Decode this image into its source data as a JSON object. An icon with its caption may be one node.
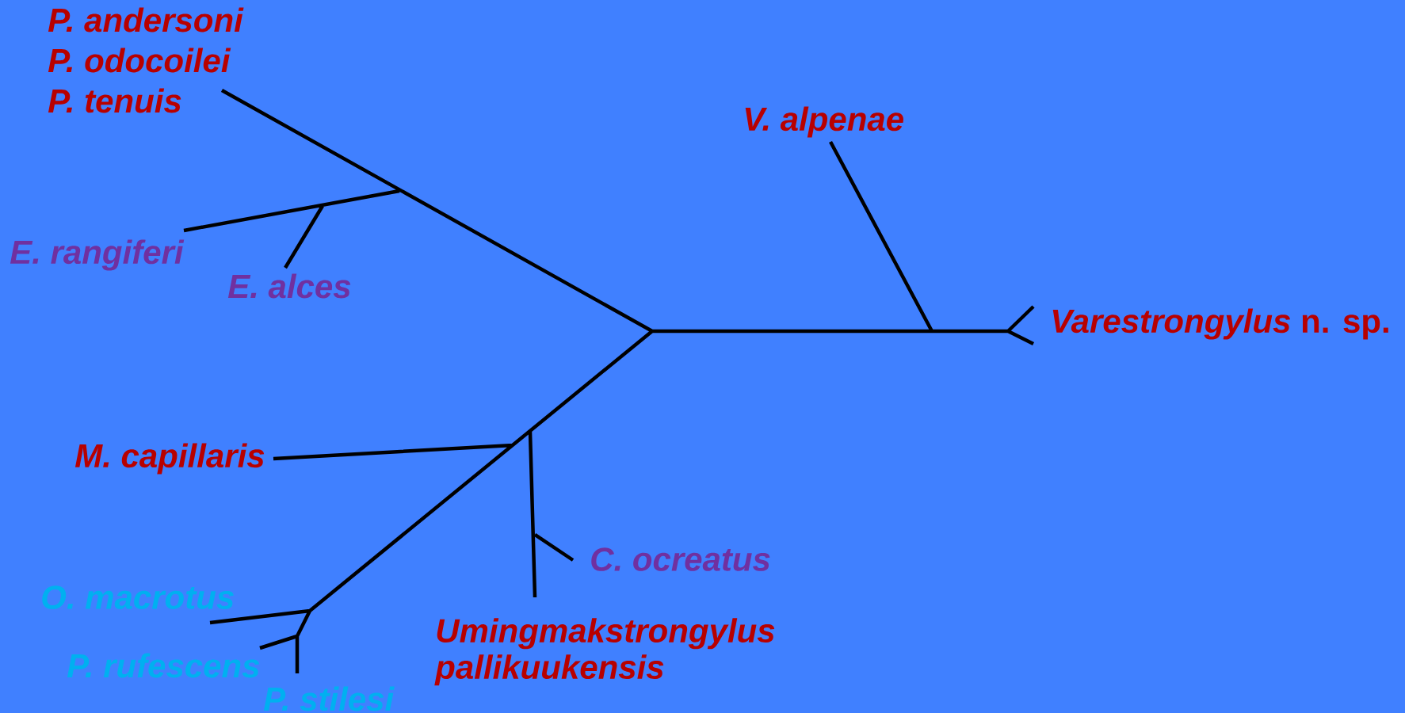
{
  "diagram": {
    "labels": [
      "P. andersoni",
      "P. odocoilei",
      "P. tenuis",
      "V. alpenae",
      "E. rangiferi",
      "E. alces",
      "*Varestrongylus* n. sp.",
      "M. capillaris",
      "C. ocreatus",
      "O. macrotus",
      "Umingmakstrongylus pallikuukensis",
      "P. rufescens",
      "P. stilesi"
    ]
  }
}
